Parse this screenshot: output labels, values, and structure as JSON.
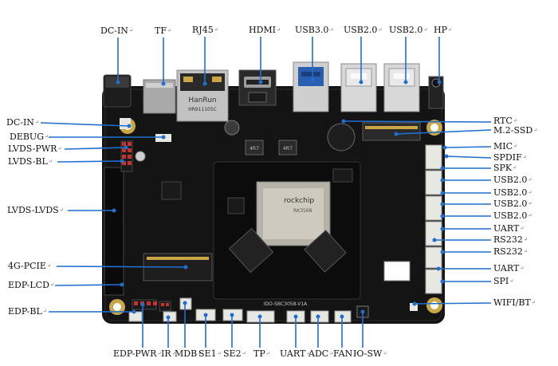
{
  "labels": {
    "top": [
      "DC-IN",
      "TF",
      "RJ45",
      "HDMI",
      "USB3.0",
      "USB2.0",
      "USB2.0",
      "HP"
    ],
    "left": [
      "DC-IN",
      "DEBUG",
      "LVDS-PWR",
      "LVDS-BL",
      "LVDS-LVDS",
      "4G-PCIE",
      "EDP-LCD",
      "EDP-BL"
    ],
    "right": [
      "RTC",
      "M.2-SSD",
      "MIC",
      "SPDIF",
      "SPK",
      "USB2.0",
      "USB2.0",
      "USB2.0",
      "USB2.0",
      "UART",
      "RS232",
      "RS232",
      "UART",
      "SPI",
      "WIFI/BT"
    ],
    "bottom": [
      "EDP-PWR",
      "IR",
      "MDB",
      "SE1",
      "SE2",
      "TP",
      "UART",
      "ADC",
      "FAN",
      "IO-SW"
    ]
  },
  "board": {
    "silkscreen": "IDO-SBC3058-V1A",
    "chip_brand": "rockchip",
    "chip_model": "RK3568",
    "rj45_marking": "HanRun",
    "rj45_part": "HR911105C",
    "inductors": [
      "4R7",
      "4R7"
    ]
  },
  "colors": {
    "board": "#141414",
    "callout_line": "#1f6fd1",
    "connector_white": "#e8e8e2",
    "pin_red": "#c8322c",
    "metal": "#b8b8b8"
  }
}
